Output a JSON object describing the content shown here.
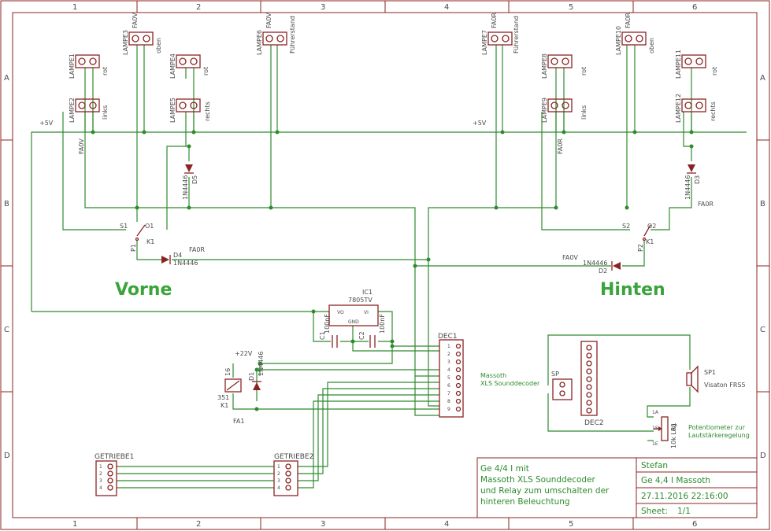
{
  "grid": {
    "columns": [
      "1",
      "2",
      "3",
      "4",
      "5",
      "6"
    ],
    "rows": [
      "A",
      "B",
      "C",
      "D"
    ]
  },
  "headings": {
    "front": "Vorne",
    "rear": "Hinten"
  },
  "lamps": [
    {
      "name": "LAMPE1",
      "color": "rot"
    },
    {
      "name": "LAMPE2",
      "color": "links"
    },
    {
      "name": "LAMPE3",
      "color": "oben",
      "net": "FA0V"
    },
    {
      "name": "LAMPE4",
      "color": "rot"
    },
    {
      "name": "LAMPE5",
      "color": "rechts"
    },
    {
      "name": "LAMPE6",
      "color": "Führerstand",
      "net": "FA0V"
    },
    {
      "name": "LAMPE7",
      "color": "Führerstand",
      "net": "FA0R"
    },
    {
      "name": "LAMPE8",
      "color": "rot"
    },
    {
      "name": "LAMPE9",
      "color": "links"
    },
    {
      "name": "LAMPE10",
      "color": "oben",
      "net": "FA0R"
    },
    {
      "name": "LAMPE11",
      "color": "rot"
    },
    {
      "name": "LAMPE12",
      "color": "rechts"
    }
  ],
  "nets": {
    "plus5v": "+5V",
    "plus22v": "+22V",
    "fa0v": "FA0V",
    "fa0r": "FA0R",
    "fa1": "FA1"
  },
  "diodes": {
    "d1": "D1",
    "d2": "D2",
    "d3": "D3",
    "d4": "D4",
    "d5": "D5",
    "type": "1N4446"
  },
  "relay": {
    "name": "K1",
    "s1": "S1",
    "s2": "S2",
    "o1": "O1",
    "o2": "O2",
    "p1": "P1",
    "p2": "P2",
    "coil1": "16",
    "coil2": "351"
  },
  "regulator": {
    "name": "IC1",
    "type": "7805TV",
    "vo": "VO",
    "vi": "VI",
    "gnd": "GND"
  },
  "capacitors": {
    "c1": "C1",
    "c2": "C2",
    "value": "100nF"
  },
  "decoder": {
    "name": "DEC1",
    "pins": [
      "1",
      "2",
      "3",
      "4",
      "5",
      "6",
      "7",
      "8",
      "9"
    ]
  },
  "decoder2": {
    "name": "DEC2"
  },
  "gearbox": {
    "g1": "GETRIEBE1",
    "g2": "GETRIEBE2",
    "pins": [
      "1",
      "2",
      "3",
      "4"
    ]
  },
  "decoder_note": [
    "Massoth",
    "XLS Sounddecoder"
  ],
  "speaker": {
    "name": "SP1",
    "type": "Visaton FRS5",
    "conn": "SP"
  },
  "potentiometer": {
    "name": "R1",
    "value": "10k Log",
    "note": [
      "Potentiometer zur",
      "Lautstärkeregelung"
    ],
    "pins": [
      "1A",
      "1S",
      "1E"
    ]
  },
  "titleblock": {
    "description": [
      "Ge 4/4 I mit",
      "Massoth XLS Sounddecoder",
      "und Relay zum umschalten der",
      "hinteren Beleuchtung"
    ],
    "author": "Stefan",
    "title": "Ge 4,4 I Massoth",
    "date": "27.11.2016 22:16:00",
    "sheet_label": "Sheet:",
    "sheet_value": "1/1"
  }
}
